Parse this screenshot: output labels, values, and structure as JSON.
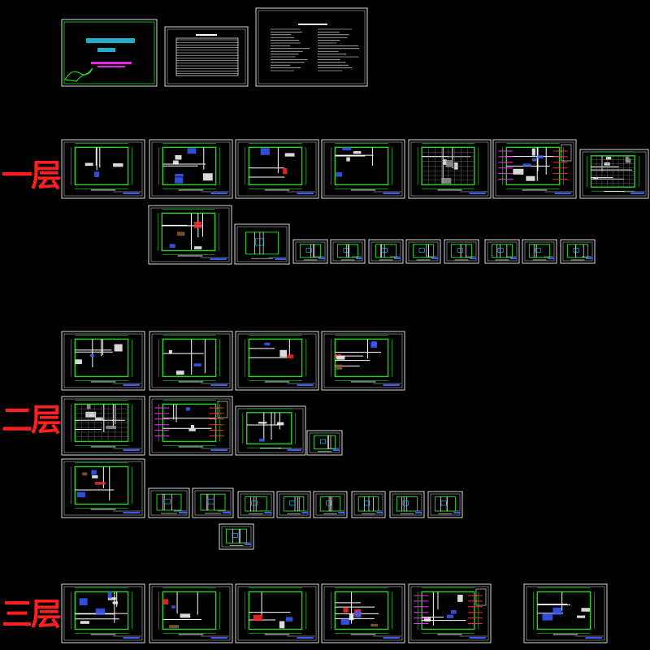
{
  "floor_labels": {
    "floor1": "一层",
    "floor2": "二层",
    "floor3": "三层"
  },
  "colors": {
    "background": "#000000",
    "frame": "#d8d8d8",
    "wall": "#1fd61f",
    "plan_white": "#ffffff",
    "accent_blue": "#3a5cff",
    "accent_red": "#ff2a2a",
    "accent_magenta": "#ff2aff",
    "cyan": "#2ad6ff",
    "label_red": "#ff1f1f"
  }
}
